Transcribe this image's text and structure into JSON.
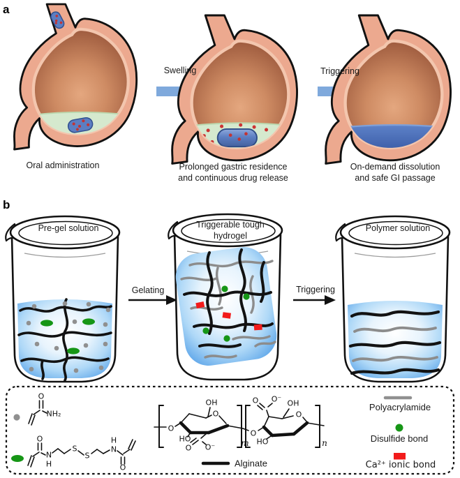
{
  "panel_a": {
    "label": "a",
    "step1_caption": "Oral administration",
    "arrow1_label": "Swelling",
    "step2_caption_line1": "Prolonged gastric residence",
    "step2_caption_line2": "and continuous drug release",
    "arrow2_label": "Triggering",
    "step3_caption_line1": "On-demand dissolution",
    "step3_caption_line2": "and safe GI passage"
  },
  "panel_b": {
    "label": "b",
    "beaker1_label": "Pre-gel solution",
    "arrow1_label": "Gelating",
    "beaker2_label_line1": "Triggerable tough",
    "beaker2_label_line2": "hydrogel",
    "arrow2_label": "Triggering",
    "beaker3_label": "Polymer solution"
  },
  "legend": {
    "alginate_label": "Alginate",
    "polyacrylamide_label": "Polyacrylamide",
    "disulfide_label": "Disulfide bond",
    "calcium_label": "Ca²⁺ ionic bond",
    "acrylamide": {
      "o": "O",
      "nh2": "NH₂"
    },
    "crosslinker": {
      "o_left": "O",
      "n_left": "N",
      "h_left": "H",
      "s_1": "S",
      "s_2": "S",
      "h_right": "H",
      "n_right": "N",
      "o_right": "O"
    },
    "alginate_unit_m": {
      "oh": "OH",
      "ring_o": "O",
      "glyco_o": "O",
      "ho": "HO",
      "carbonyl_o": "O",
      "carboxylate_o": "O⁻",
      "subscript": "m"
    },
    "alginate_unit_n": {
      "carbonyl_o": "O",
      "carboxylate_o": "O⁻",
      "oh": "OH",
      "ring_o": "O",
      "glyco_o": "O",
      "ho": "HO",
      "subscript": "n"
    }
  },
  "colors": {
    "arrow_blue": "#7FA9DC",
    "stomach_wall": "#ECA98F",
    "stomach_cavity_dark": "#9E5B3E",
    "gastric_fluid_green": "#D5E9CE",
    "dissolved_polymer_blue": "#3F63B0",
    "hydrogel_blue": "#63A9EA",
    "polyacrylamide_gray": "#8C8C8C",
    "disulfide_green": "#169616",
    "calcium_red": "#F21B1B",
    "alginate_black": "#121212"
  }
}
